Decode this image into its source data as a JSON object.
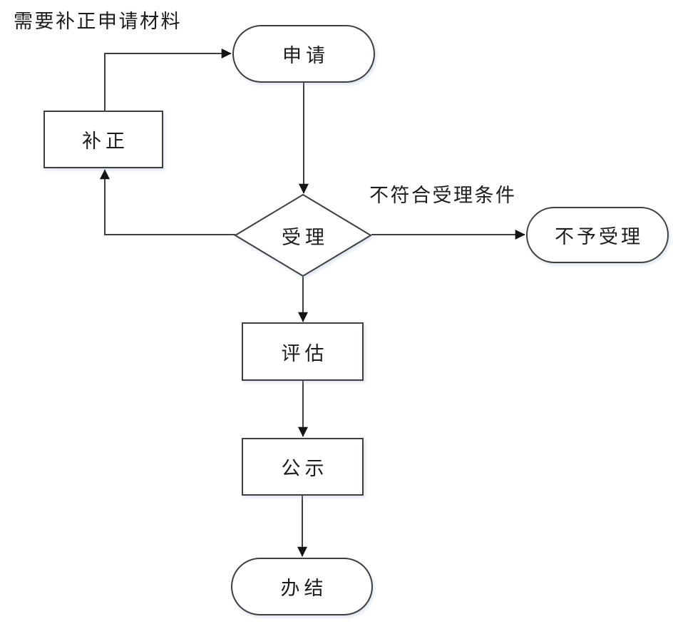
{
  "diagram": {
    "type": "flowchart",
    "background_color": "#ffffff",
    "line_color": "#3f3f3f",
    "arrow_color": "#141414",
    "node_fill": "#ffffff",
    "text_color": "#1c1c1c",
    "nodes": [
      {
        "id": "apply",
        "shape": "stadium",
        "label": "申请"
      },
      {
        "id": "supplement",
        "shape": "rectangle",
        "label": "补正"
      },
      {
        "id": "accept",
        "shape": "diamond",
        "label": "受理"
      },
      {
        "id": "reject",
        "shape": "stadium",
        "label": "不予受理"
      },
      {
        "id": "evaluate",
        "shape": "rectangle",
        "label": "评估"
      },
      {
        "id": "publicity",
        "shape": "rectangle",
        "label": "公示"
      },
      {
        "id": "finish",
        "shape": "stadium",
        "label": "办结"
      }
    ],
    "edge_labels": [
      {
        "id": "need-supplement-materials",
        "text": "需要补正申请材料"
      },
      {
        "id": "not-meet-acceptance-conditions",
        "text": "不符合受理条件"
      }
    ],
    "edges": [
      {
        "from": "申请",
        "to": "受理"
      },
      {
        "from": "受理",
        "to": "不予受理",
        "label": "不符合受理条件"
      },
      {
        "from": "受理",
        "to": "补正",
        "label": "需要补正申请材料"
      },
      {
        "from": "补正",
        "to": "申请"
      },
      {
        "from": "受理",
        "to": "评估"
      },
      {
        "from": "评估",
        "to": "公示"
      },
      {
        "from": "公示",
        "to": "办结"
      }
    ]
  }
}
